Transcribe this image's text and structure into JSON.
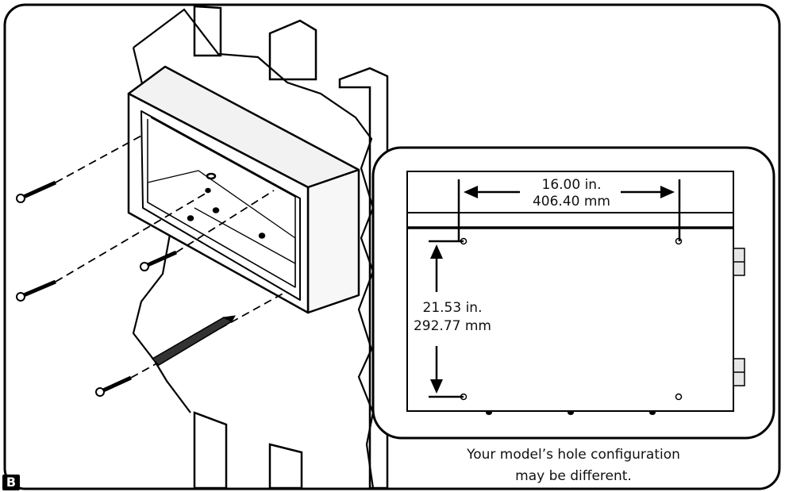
{
  "step_label": "B",
  "detail": {
    "horizontal": {
      "inches": "16.00 in.",
      "mm": "406.40 mm"
    },
    "vertical": {
      "inches": "21.53 in.",
      "mm": "292.77 mm"
    }
  },
  "caption": {
    "line1": "Your model’s hole configuration",
    "line2": "may be different."
  }
}
